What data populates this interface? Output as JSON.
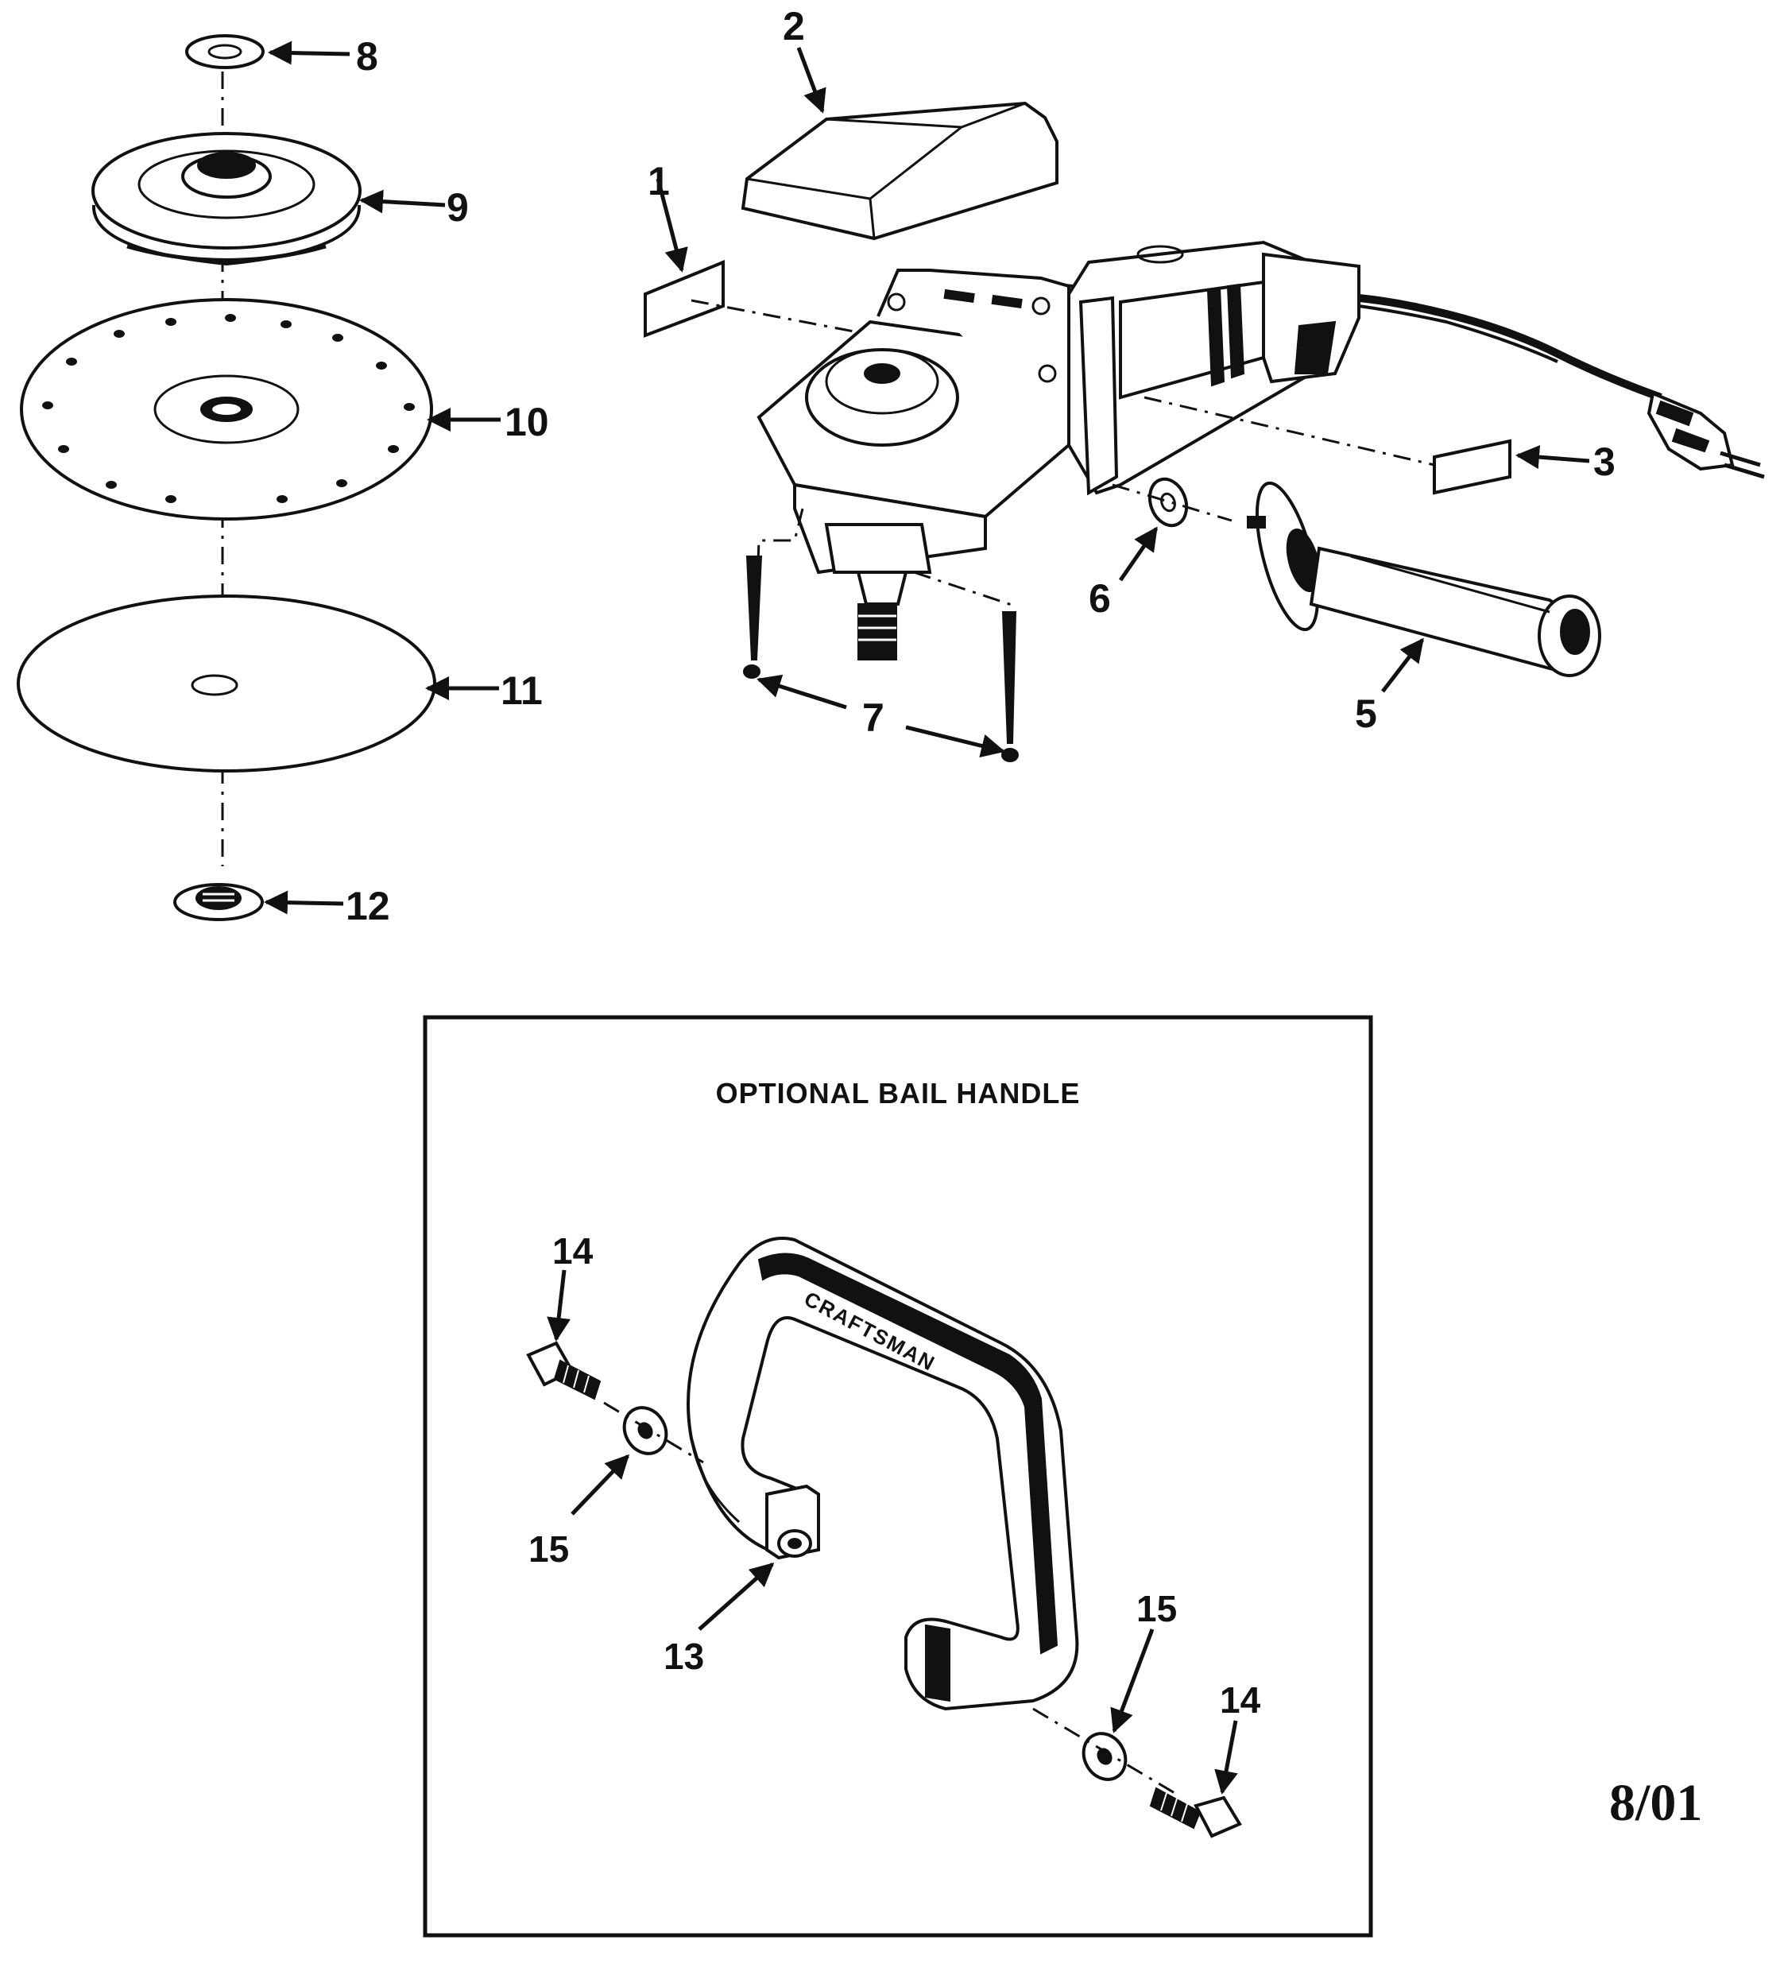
{
  "labels": {
    "p1": "1",
    "p2": "2",
    "p3": "3",
    "p5": "5",
    "p6": "6",
    "p7": "7",
    "p8": "8",
    "p9": "9",
    "p10": "10",
    "p11": "11",
    "p12": "12",
    "p13": "13",
    "p14a": "14",
    "p14b": "14",
    "p15a": "15",
    "p15b": "15"
  },
  "inset": {
    "title": "OPTIONAL BAIL HANDLE",
    "brand": "CRAFTSMAN"
  },
  "date": "8/01"
}
